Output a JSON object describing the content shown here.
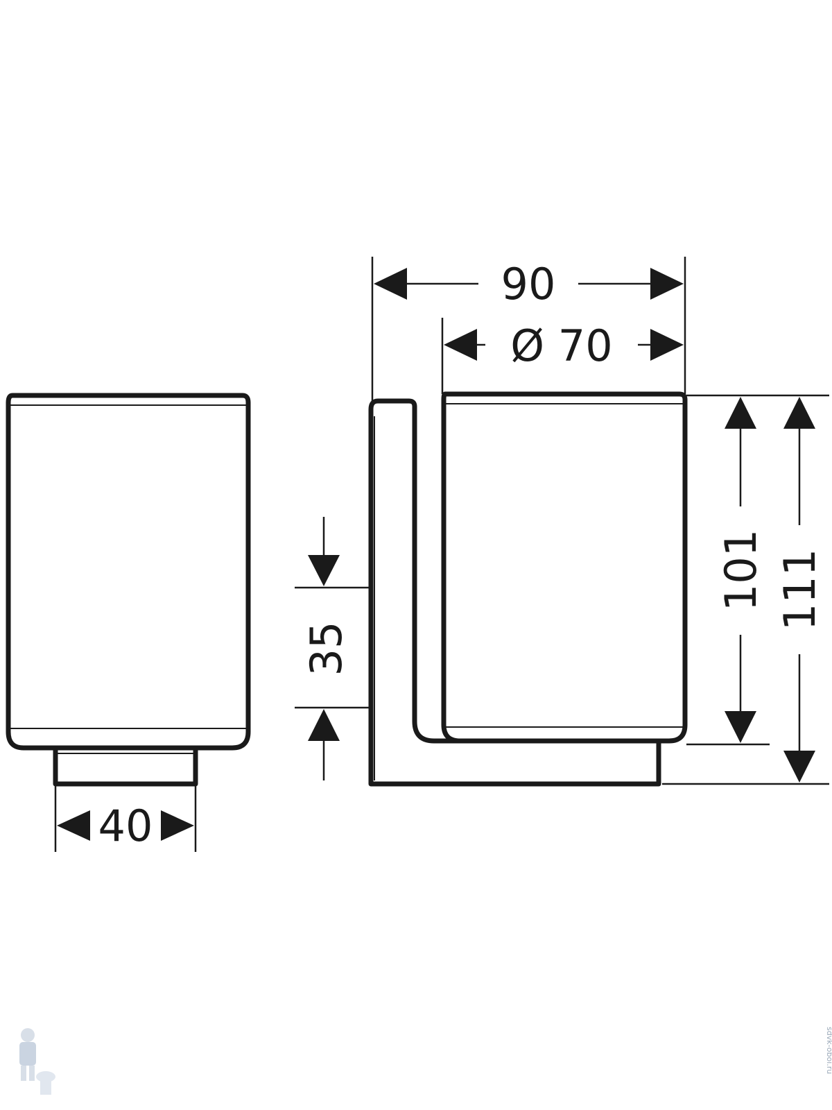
{
  "dimensions": {
    "base_width": "40",
    "cup_height": "35",
    "overall_width": "90",
    "cup_diameter": "Ø 70",
    "glass_height": "101",
    "overall_height": "111"
  },
  "watermark": {
    "icon": "plumber-mascot-icon",
    "text": "sdvk-oboi.ru",
    "color": "#9aa8b8"
  },
  "colors": {
    "line": "#1a1a1a",
    "background": "#ffffff"
  }
}
